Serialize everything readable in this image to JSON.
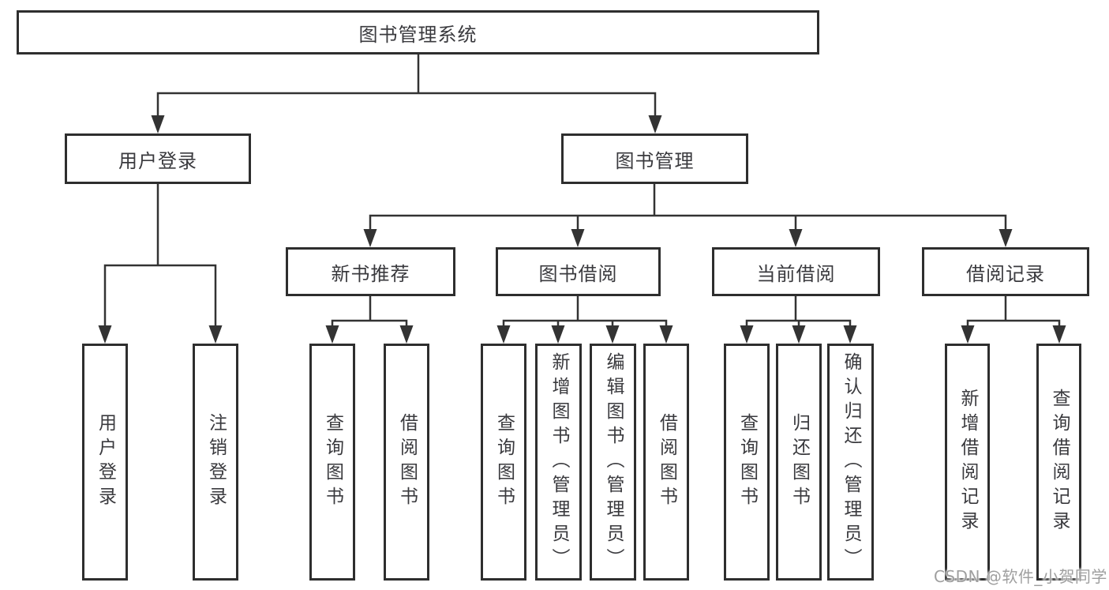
{
  "colors": {
    "background": "#ffffff",
    "box_fill": "#ffffff",
    "box_border": "#2e2e2e",
    "connector_line": "#333333",
    "text": "#3a3a3e",
    "watermark_text": "#9f9f9f"
  },
  "watermark": {
    "text": "CSDN @软件_小贺同学"
  },
  "diagram": {
    "root": {
      "label": "图书管理系统"
    },
    "branches": [
      {
        "label": "用户登录",
        "children": [
          {
            "label": "用户登录"
          },
          {
            "label": "注销登录"
          }
        ]
      },
      {
        "label": "图书管理",
        "children": [
          {
            "label": "新书推荐",
            "children": [
              {
                "label": "查询图书"
              },
              {
                "label": "借阅图书"
              }
            ]
          },
          {
            "label": "图书借阅",
            "children": [
              {
                "label": "查询图书"
              },
              {
                "label": "新增图书（管理员）"
              },
              {
                "label": "编辑图书（管理员）"
              },
              {
                "label": "借阅图书"
              }
            ]
          },
          {
            "label": "当前借阅",
            "children": [
              {
                "label": "查询图书"
              },
              {
                "label": "归还图书"
              },
              {
                "label": "确认归还（管理员）"
              }
            ]
          },
          {
            "label": "借阅记录",
            "children": [
              {
                "label": "新增借阅记录"
              },
              {
                "label": "查询借阅记录"
              }
            ]
          }
        ]
      }
    ]
  }
}
